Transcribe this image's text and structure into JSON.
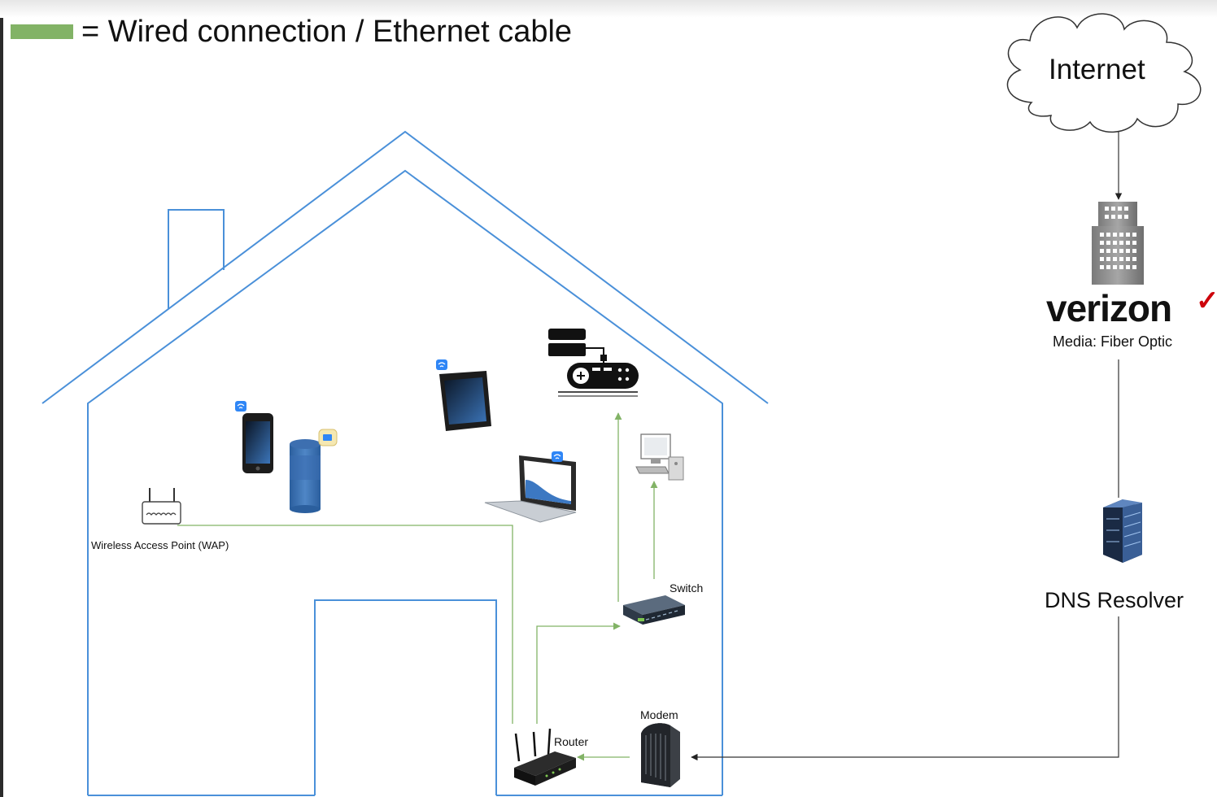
{
  "legend": {
    "text": "= Wired connection / Ethernet cable",
    "wired_color": "#82b366"
  },
  "colors": {
    "house_outline": "#4a90d9",
    "wired_link": "#82b366",
    "wan_link": "#333333",
    "isp_brand": "#cd040b"
  },
  "internet": {
    "label": "Internet",
    "icon": "cloud-icon"
  },
  "isp": {
    "name": "verizon",
    "check_mark": "✓",
    "media_label": "Media: Fiber Optic",
    "icon": "building-icon"
  },
  "dns": {
    "label": "DNS Resolver",
    "icon": "server-rack-icon"
  },
  "home_devices": {
    "wap": {
      "label": "Wireless Access Point (WAP)",
      "icon": "wireless-access-point-icon"
    },
    "switch": {
      "label": "Switch",
      "icon": "network-switch-icon"
    },
    "router": {
      "label": "Router",
      "icon": "router-icon"
    },
    "modem": {
      "label": "Modem",
      "icon": "modem-icon"
    },
    "clients": [
      {
        "icon": "smartphone-icon",
        "connection": "wifi"
      },
      {
        "icon": "smart-speaker-icon",
        "connection": "wifi"
      },
      {
        "icon": "tablet-icon",
        "connection": "wifi"
      },
      {
        "icon": "laptop-icon",
        "connection": "wifi"
      },
      {
        "icon": "game-console-icon",
        "connection": "wired"
      },
      {
        "icon": "desktop-pc-icon",
        "connection": "wired"
      }
    ]
  }
}
